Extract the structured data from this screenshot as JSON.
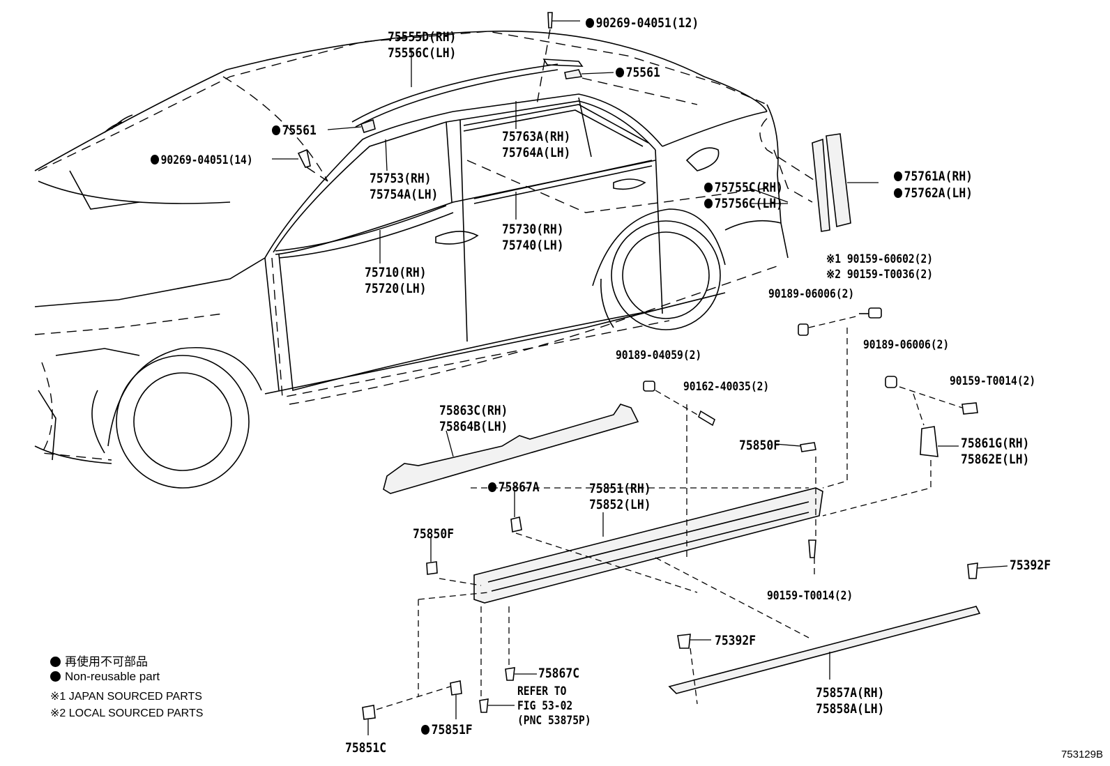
{
  "labels": {
    "l1": "90269-04051(12)",
    "l2a": "75555D(RH)",
    "l2b": "75556C(LH)",
    "l3": "75561",
    "l4": "75561",
    "l5": "90269-04051(14)",
    "l6a": "75763A(RH)",
    "l6b": "75764A(LH)",
    "l7a": "75753(RH)",
    "l7b": "75754A(LH)",
    "l8a": "75755C(RH)",
    "l8b": "75756C(LH)",
    "l9a": "75761A(RH)",
    "l9b": "75762A(LH)",
    "l10a": "75730(RH)",
    "l10b": "75740(LH)",
    "l11a": "75710(RH)",
    "l11b": "75720(LH)",
    "l12a": "※1 90159-60602(2)",
    "l12b": "※2 90159-T0036(2)",
    "l13": "90189-06006(2)",
    "l14": "90189-04059(2)",
    "l15": "90189-06006(2)",
    "l16": "90162-40035(2)",
    "l17": "90159-T0014(2)",
    "l18a": "75863C(RH)",
    "l18b": "75864B(LH)",
    "l19": "75850F",
    "l20a": "75861G(RH)",
    "l20b": "75862E(LH)",
    "l21": "75867A",
    "l22a": "75851(RH)",
    "l22b": "75852(LH)",
    "l23": "75850F",
    "l24": "75392F",
    "l25": "90159-T0014(2)",
    "l26": "75392F",
    "l27": "75867C",
    "l28a": "REFER TO",
    "l28b": "FIG 53-02",
    "l28c": "(PNC 53875P)",
    "l29a": "75857A(RH)",
    "l29b": "75858A(LH)",
    "l30": "75851F",
    "l31": "75851C"
  },
  "legend": {
    "jp": "再使用不可部品",
    "en": "Non-reusable part",
    "n1": "※1 JAPAN SOURCED PARTS",
    "n2": "※2 LOCAL SOURCED PARTS"
  },
  "figure_number": "753129B"
}
